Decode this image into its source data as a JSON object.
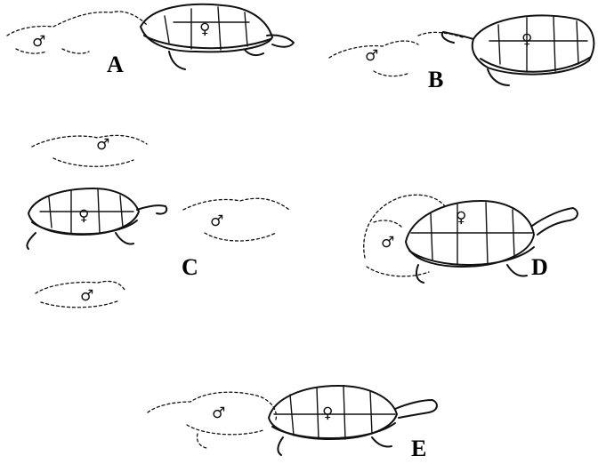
{
  "panels": [
    {
      "id": "A",
      "label": "A",
      "male_symbol": "♂",
      "female_symbol": "♀"
    },
    {
      "id": "B",
      "label": "B",
      "male_symbol": "♂",
      "female_symbol": "♀"
    },
    {
      "id": "C",
      "label": "C",
      "male_symbol": "♂",
      "female_symbol": "♀"
    },
    {
      "id": "D",
      "label": "D",
      "male_symbol": "♂",
      "female_symbol": "♀"
    },
    {
      "id": "E",
      "label": "E",
      "male_symbol": "♂",
      "female_symbol": "♀"
    }
  ]
}
